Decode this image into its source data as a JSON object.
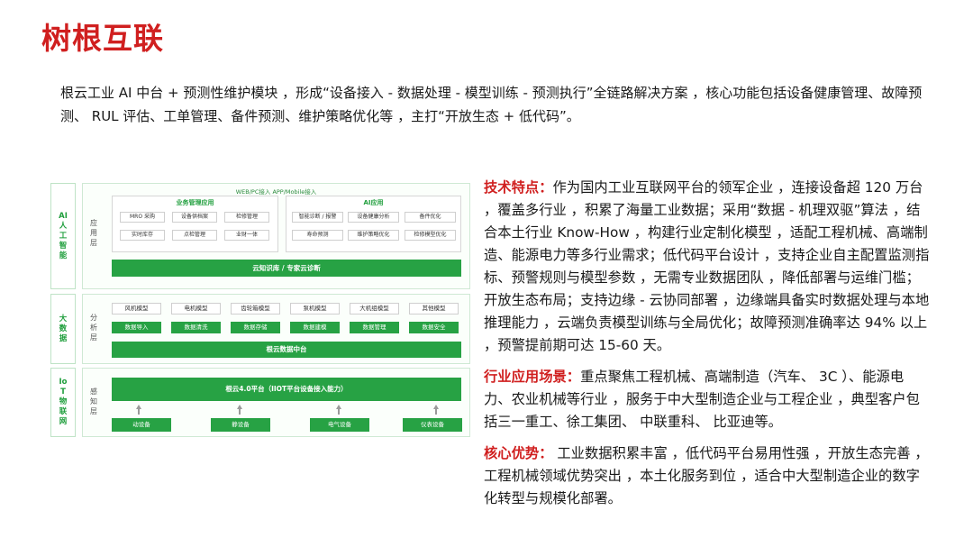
{
  "title": "树根互联",
  "intro": "根云工业 AI 中台 +   预测性维护模块 ，形成“设备接入 - 数据处理 - 模型训练 - 预测执行”全链路解决方案 ，核心功能包括设备健康管理、故障预测、 RUL 评估、工单管理、备件预测、维护策略优化等 ，主打“开放生态 + 低代码”。",
  "sections": [
    {
      "label": "技术特点：",
      "text": "作为国内工业互联网平台的领军企业 ，连接设备超 120 万台 ，覆盖多行业 ，积累了海量工业数据；采用“数据 - 机理双驱”算法 ，结合本土行业 Know-How ，构建行业定制化模型 ，适配工程机械、高端制造、能源电力等多行业需求；低代码平台设计 ，支持企业自主配置监测指标、预警规则与模型参数 ，无需专业数据团队 ，降低部署与运维门槛；开放生态布局；支持边缘 - 云协同部署 ，边缘端具备实时数据处理与本地推理能力 ，云端负责模型训练与全局优化；故障预测准确率达 94% 以上 ，预警提前期可达 15-60 天。"
    },
    {
      "label": "行业应用场景：",
      "text": "重点聚焦工程机械、高端制造（汽车、 3C ）、能源电力、农业机械等行业 ，服务于中大型制造企业与工程企业 ，典型客户包括三一重工、徐工集团、 中联重科、 比亚迪等。"
    },
    {
      "label": "核心优势：",
      "text": " 工业数据积累丰富 ，低代码平台易用性强 ，开放生态完善 ，工程机械领域优势突出 ，本土化服务到位 ，适合中大型制造企业的数字化转型与规模化部署。"
    }
  ],
  "diagram": {
    "layers": [
      {
        "side": "AI人工智能",
        "vlabel": "应用层",
        "top_note": "WEB/PC接入  APP/Mobile接入",
        "groups": [
          {
            "title": "业务管理应用",
            "items": [
              "MRO 采购",
              "设备供档案",
              "检修管理",
              "实时库存",
              "点检管理",
              "业财一体"
            ]
          },
          {
            "title": "AI应用",
            "items": [
              "智能诊断 / 报警",
              "设备健康分析",
              "备件优化",
              "寿命预测",
              "维护策略优化",
              "检修模型优化"
            ]
          }
        ],
        "bar": "云知识库 / 专家云诊断"
      },
      {
        "side": "大数据",
        "vlabel": "分析层",
        "models": [
          "风机模型",
          "电机模型",
          "齿轮箱模型",
          "泵机模型",
          "大机组模型",
          "其他模型"
        ],
        "tools": [
          "数据导入",
          "数据清洗",
          "数据存储",
          "数据建模",
          "数据管理",
          "数据安全"
        ],
        "bar": "根云数据中台"
      },
      {
        "side": "IoT物联网",
        "vlabel": "感知层",
        "bar": "根云4.0平台（IIOT平台设备接入能力）",
        "devices": [
          "动设备",
          "静设备",
          "电气设备",
          "仪表设备"
        ]
      }
    ]
  },
  "colors": {
    "accent_red": "#d01f1f",
    "accent_green": "#27a244"
  }
}
